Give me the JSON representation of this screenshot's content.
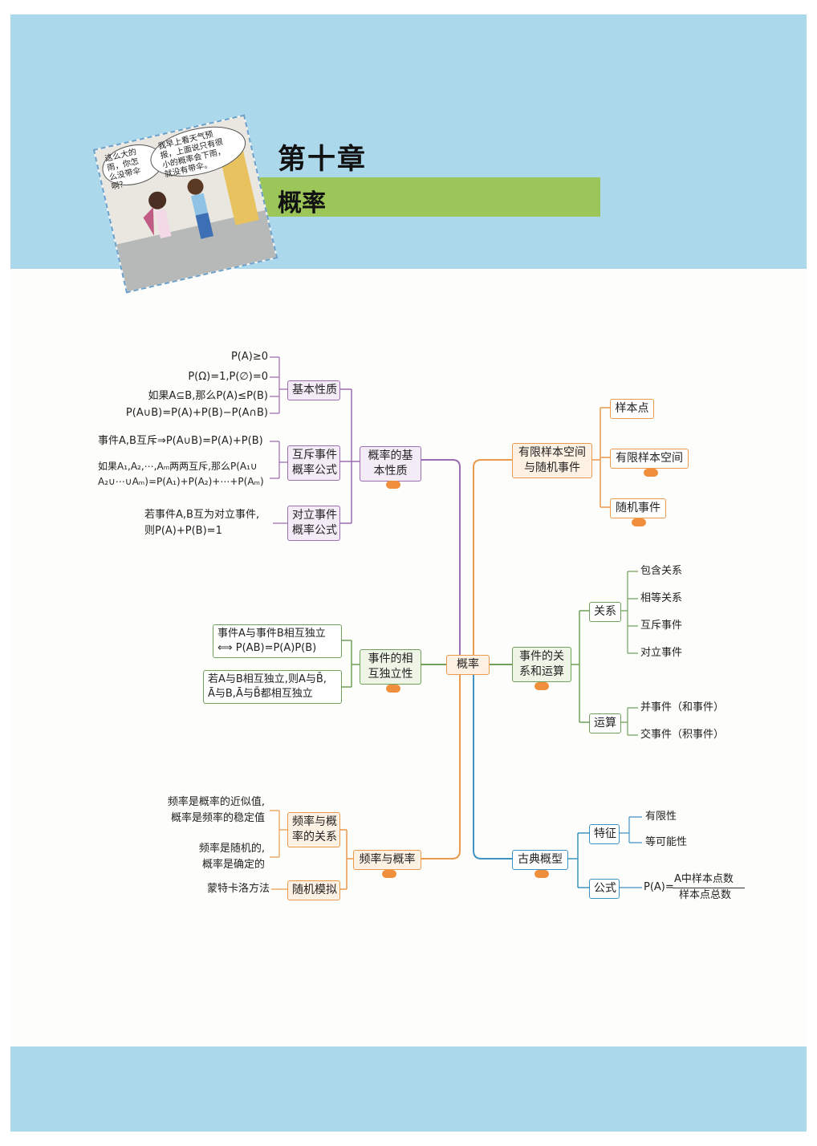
{
  "chapter": {
    "number": "第十章",
    "title": "概率"
  },
  "comic": {
    "bubble_left": [
      "这么大的",
      "雨，你怎",
      "么没带伞",
      "啊？"
    ],
    "bubble_right": [
      "我早上看天气预",
      "报，上面说只有很",
      "小的概率会下雨，",
      "就没有带伞。"
    ]
  },
  "mindmap": {
    "center": "概率",
    "left": {
      "basic_properties": {
        "label": [
          "概率的基",
          "本性质"
        ],
        "basic_nature": {
          "label": "基本性质",
          "items": [
            "P(A)≥0",
            "P(Ω)=1,P(∅)=0",
            "如果A⊆B,那么P(A)≤P(B)",
            "P(A∪B)=P(A)+P(B)−P(A∩B)"
          ]
        },
        "mutually_exclusive": {
          "label": [
            "互斥事件",
            "概率公式"
          ],
          "items": [
            "事件A,B互斥⇒P(A∪B)=P(A)+P(B)",
            "如果A₁,A₂,⋯,Aₘ两两互斥,那么P(A₁∪",
            "A₂∪⋯∪Aₘ)=P(A₁)+P(A₂)+⋯+P(Aₘ)"
          ]
        },
        "complementary": {
          "label": [
            "对立事件",
            "概率公式"
          ],
          "items": [
            "若事件A,B互为对立事件,",
            "则P(A)+P(B)=1"
          ]
        }
      },
      "independence": {
        "label": [
          "事件的相",
          "互独立性"
        ],
        "box1": [
          "事件A与事件B相互独立",
          "⟺ P(AB)=P(A)P(B)"
        ],
        "box2": [
          "若A与B相互独立,则A与B̄,",
          "Ā与B,Ā与B̄都相互独立"
        ]
      },
      "frequency": {
        "label": "频率与概率",
        "relation": {
          "label": [
            "频率与概",
            "率的关系"
          ],
          "items1": [
            "频率是概率的近似值,",
            "概率是频率的稳定值"
          ],
          "items2": [
            "频率是随机的,",
            "概率是确定的"
          ]
        },
        "simulation": {
          "label": "随机模拟",
          "item": "蒙特卡洛方法"
        }
      }
    },
    "right": {
      "sample_space": {
        "label": [
          "有限样本空间",
          "与随机事件"
        ],
        "items": [
          "样本点",
          "有限样本空间",
          "随机事件"
        ]
      },
      "relations": {
        "label": [
          "事件的关",
          "系和运算"
        ],
        "relation": {
          "label": "关系",
          "items": [
            "包含关系",
            "相等关系",
            "互斥事件",
            "对立事件"
          ]
        },
        "operation": {
          "label": "运算",
          "items": [
            "并事件（和事件）",
            "交事件（积事件）"
          ]
        }
      },
      "classical": {
        "label": "古典概型",
        "feature": {
          "label": "特征",
          "items": [
            "有限性",
            "等可能性"
          ]
        },
        "formula": {
          "label": "公式",
          "lhs": "P(A)=",
          "numerator": "A中样本点数",
          "denominator": "样本点总数"
        }
      }
    }
  }
}
